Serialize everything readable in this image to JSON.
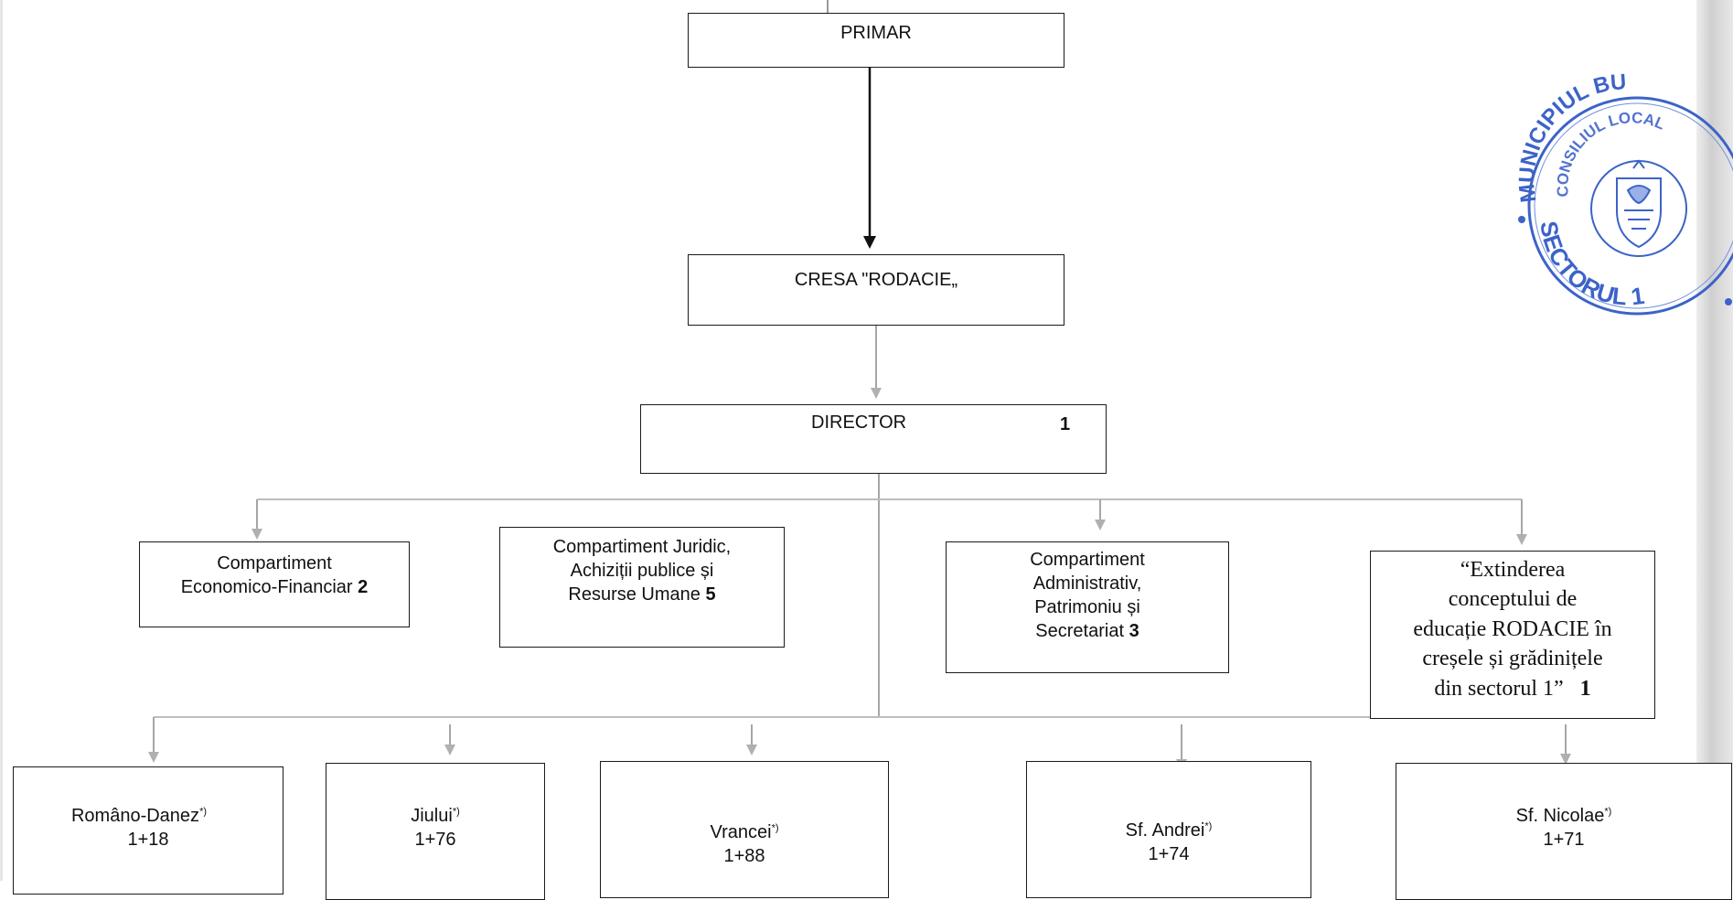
{
  "top": {
    "label": "PRIMAR"
  },
  "institution": {
    "label": "CRESA \"RODACIE„"
  },
  "director": {
    "label": "DIRECTOR",
    "count": "1"
  },
  "departments": [
    {
      "l1": "Compartiment",
      "l2": "Economico-Financiar",
      "count": "2"
    },
    {
      "l1": "Compartiment Juridic,",
      "l2": "Achiziții publice și",
      "l3": "Resurse Umane",
      "count": "5"
    },
    {
      "l1": "Compartiment",
      "l2": "Administrativ,",
      "l3": "Patrimoniu și",
      "l4": "Secretariat",
      "count": "3"
    },
    {
      "l1": "“Extinderea",
      "l2": "conceptului de",
      "l3": "educație RODACIE în",
      "l4": "creșele și grădinițele",
      "l5": "din sectorul 1”",
      "count": "1"
    }
  ],
  "branches": [
    {
      "name": "Româno-Danez",
      "mark": "*)",
      "value": "1+18"
    },
    {
      "name": "Jiului",
      "mark": "*)",
      "value": "1+76"
    },
    {
      "name": "Vrancei",
      "mark": "*)",
      "value": "1+88"
    },
    {
      "name": "Sf. Andrei",
      "mark": "*)",
      "value": "1+74"
    },
    {
      "name": "Sf. Nicolae",
      "mark": "*)",
      "value": "1+71"
    }
  ],
  "seal": {
    "line1": "MUNICIPIUL BU",
    "line2": "CONSILIUL LOCAL",
    "line3": "SECTORUL 1"
  },
  "colors": {
    "line_dark": "#111111",
    "line_gray": "#a6a6a6",
    "seal_blue": "#3c63c8"
  }
}
